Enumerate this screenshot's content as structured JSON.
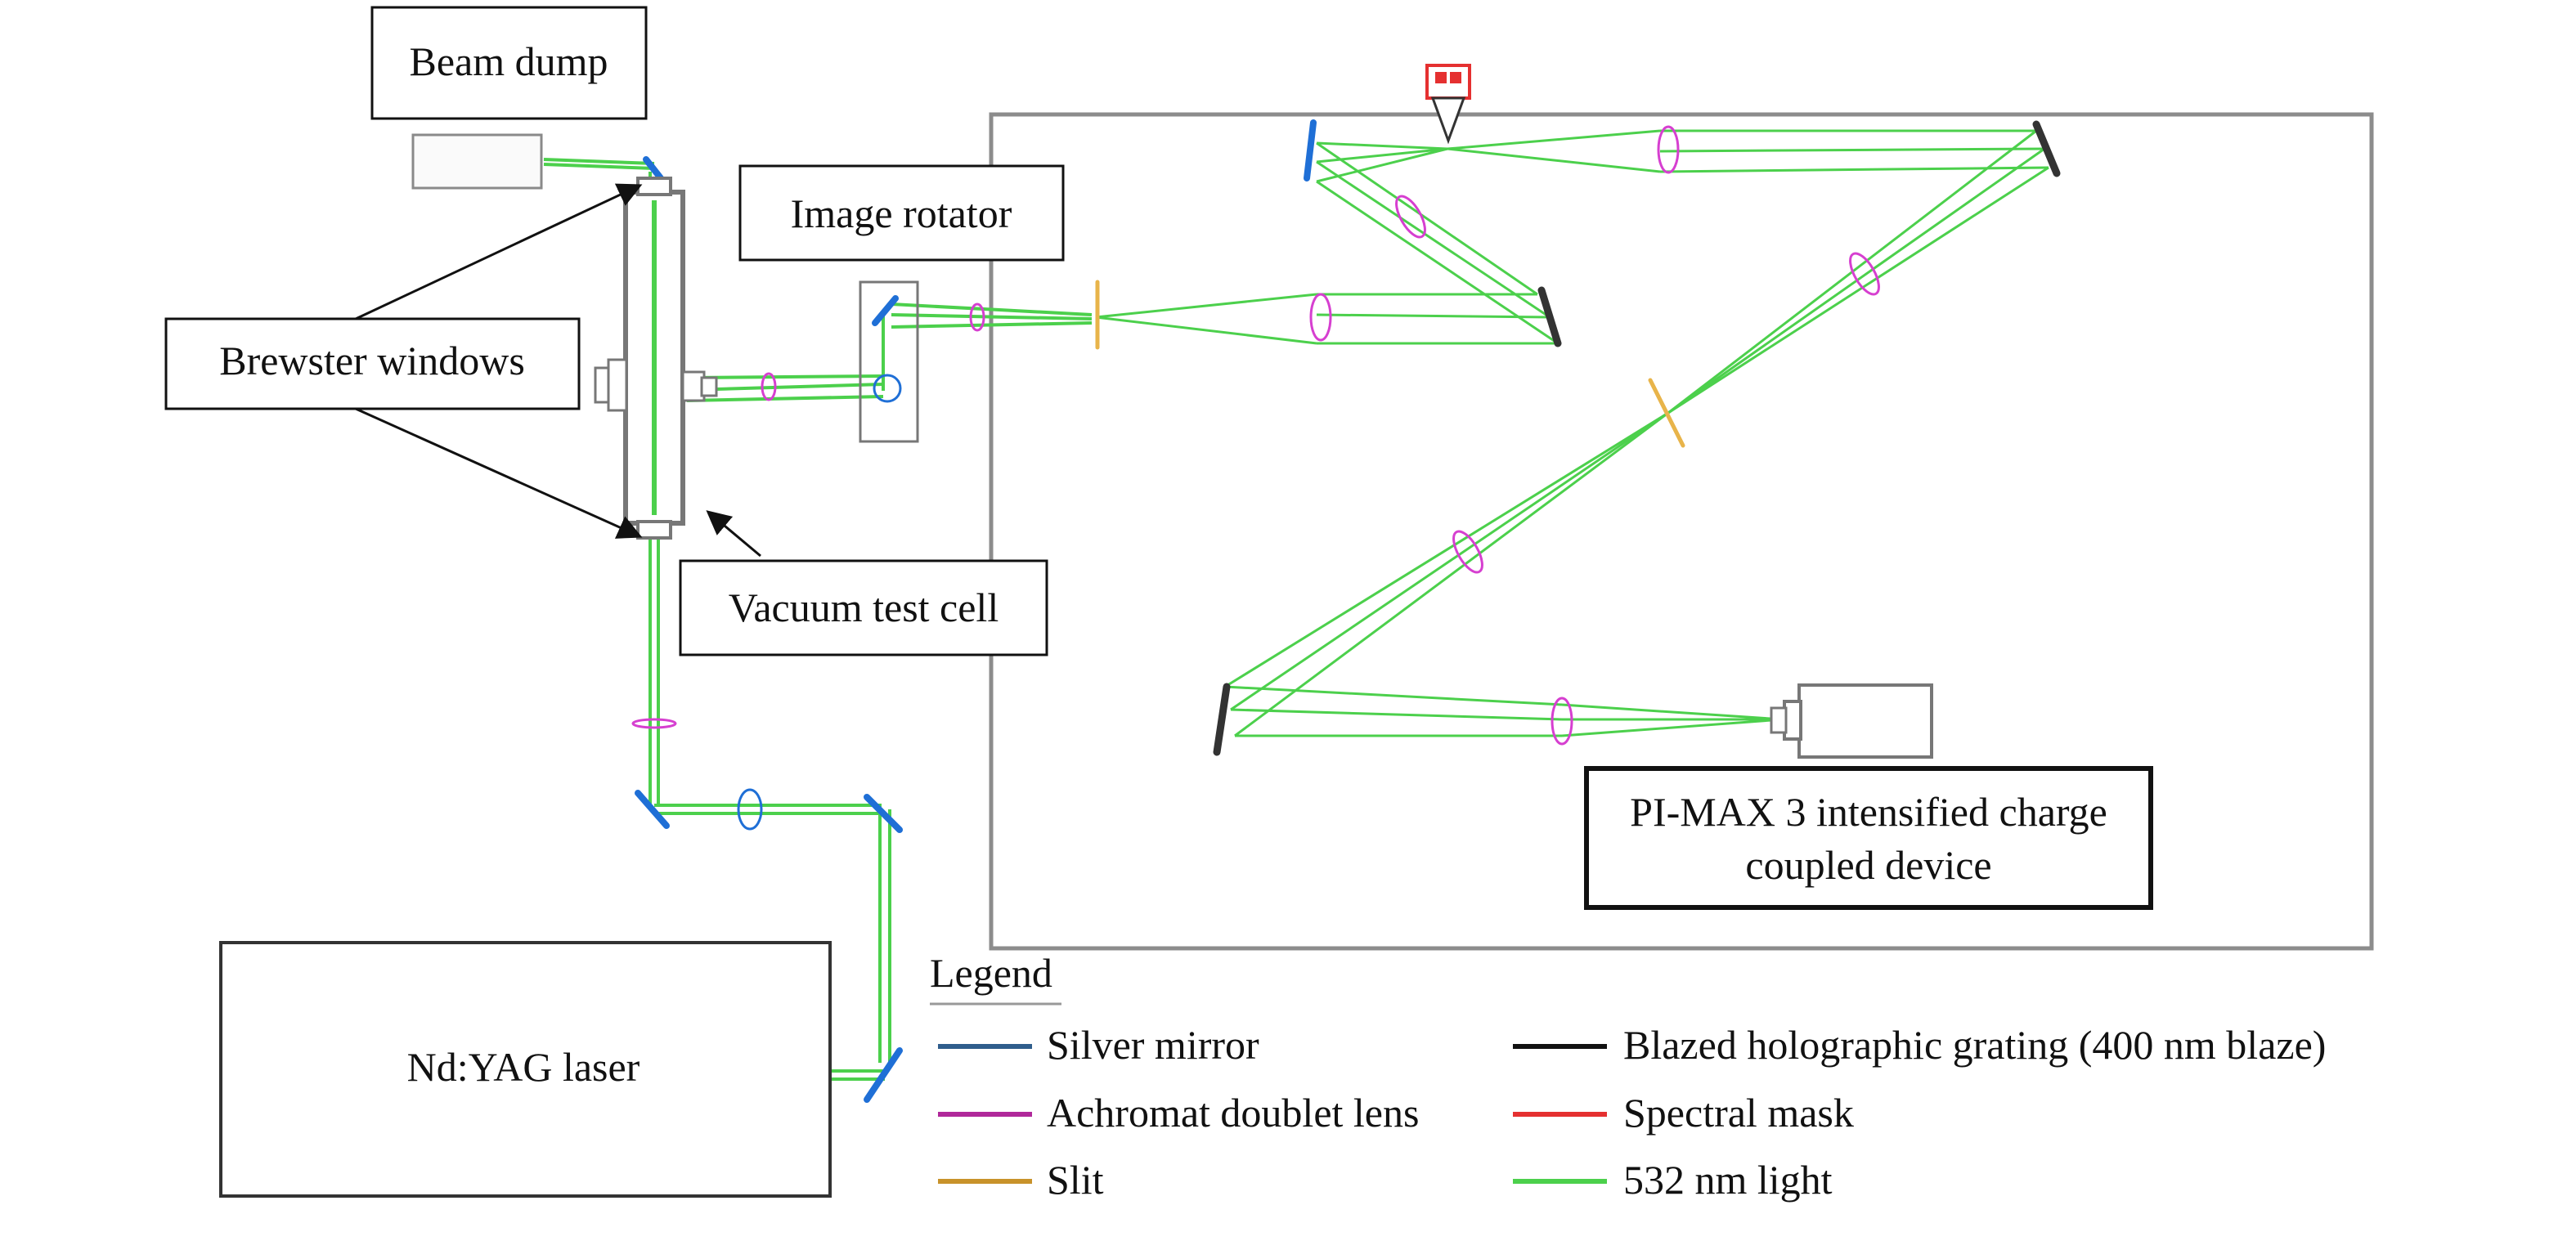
{
  "labels": {
    "beam_dump": "Beam dump",
    "brewster_windows": "Brewster windows",
    "image_rotator": "Image rotator",
    "vacuum_test_cell": "Vacuum test cell",
    "ndyag_laser": "Nd:YAG laser",
    "pimax_line1": "PI-MAX 3 intensified charge",
    "pimax_line2": "coupled device"
  },
  "legend": {
    "title": "Legend",
    "items": [
      {
        "label": "Silver mirror",
        "color": "#2f5d8c"
      },
      {
        "label": "Achromat doublet lens",
        "color": "#b0289a"
      },
      {
        "label": "Slit",
        "color": "#c8922a"
      },
      {
        "label": "Blazed holographic grating (400 nm blaze)",
        "color": "#111111"
      },
      {
        "label": "Spectral mask",
        "color": "#e53030"
      },
      {
        "label": "532 nm light",
        "color": "#4cd04c"
      }
    ]
  },
  "colors": {
    "light": "#4cd04c",
    "mirror": "#1f6fd6",
    "lens": "#d63fd0",
    "slit": "#e8b44a",
    "grating": "#333333",
    "mask": "#e53030",
    "component_outline": "#8a8a8a"
  }
}
